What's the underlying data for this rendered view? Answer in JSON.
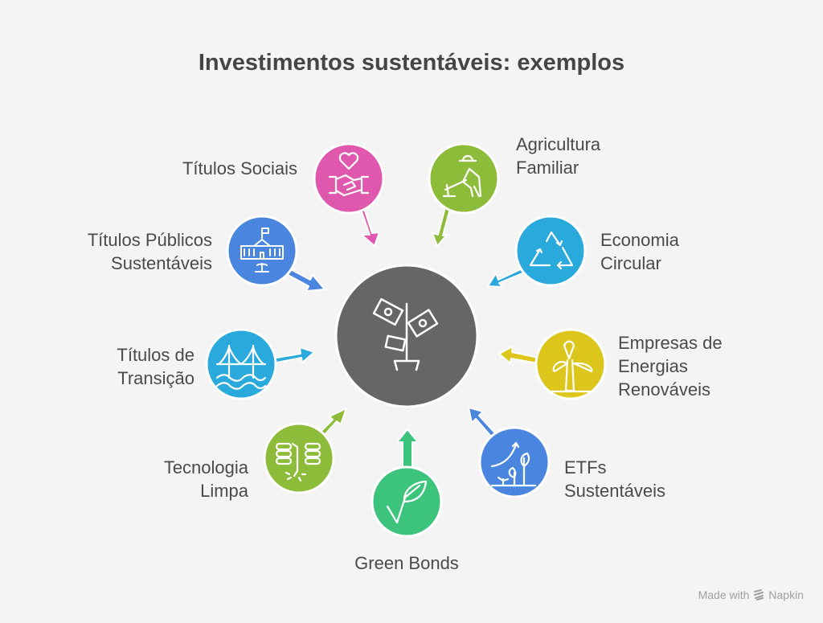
{
  "title": "Investimentos sustentáveis: exemplos",
  "center": {
    "icon": "money-plant-icon",
    "color": "#666666"
  },
  "items": [
    {
      "label_lines": [
        "Títulos Sociais"
      ],
      "icon": "heart-handshake-icon",
      "color": "#e058ae"
    },
    {
      "label_lines": [
        "Agricultura",
        "Familiar"
      ],
      "icon": "farmer-icon",
      "color": "#8dbb3a"
    },
    {
      "label_lines": [
        "Economia",
        "Circular"
      ],
      "icon": "recycle-icon",
      "color": "#29a9dc"
    },
    {
      "label_lines": [
        "Empresas de",
        "Energias",
        "Renováveis"
      ],
      "icon": "wind-turbine-icon",
      "color": "#dcc61b"
    },
    {
      "label_lines": [
        "ETFs",
        "Sustentáveis"
      ],
      "icon": "growth-plants-icon",
      "color": "#4a86e0"
    },
    {
      "label_lines": [
        "Green Bonds"
      ],
      "icon": "leaf-check-icon",
      "color": "#3cc37c"
    },
    {
      "label_lines": [
        "Tecnologia",
        "Limpa"
      ],
      "icon": "clean-tech-icon",
      "color": "#8dbb3a"
    },
    {
      "label_lines": [
        "Títulos de",
        "Transição"
      ],
      "icon": "bridge-icon",
      "color": "#29a9dc"
    },
    {
      "label_lines": [
        "Títulos Públicos",
        "Sustentáveis"
      ],
      "icon": "government-building-icon",
      "color": "#4a86e0"
    }
  ],
  "labels": {
    "t0": "Títulos Sociais",
    "t1a": "Agricultura",
    "t1b": "Familiar",
    "t2a": "Economia",
    "t2b": "Circular",
    "t3a": "Empresas de",
    "t3b": "Energias",
    "t3c": "Renováveis",
    "t4a": "ETFs",
    "t4b": "Sustentáveis",
    "t5": "Green Bonds",
    "t6a": "Tecnologia",
    "t6b": "Limpa",
    "t7a": "Títulos de",
    "t7b": "Transição",
    "t8a": "Títulos Públicos",
    "t8b": "Sustentáveis"
  },
  "footer": {
    "made_with": "Made with",
    "brand": "Napkin"
  }
}
